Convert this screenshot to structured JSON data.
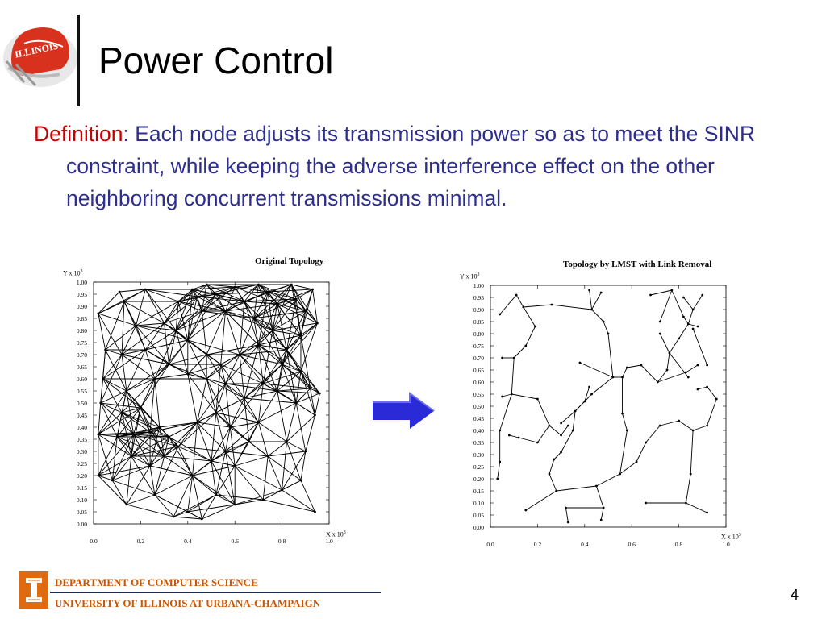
{
  "slide": {
    "title": "Power Control",
    "definition_label": "Definition",
    "definition_sep": ":",
    "definition_text": " Each node adjusts its transmission power so as to meet the SINR constraint, while keeping the adverse interference effect on the other neighboring concurrent transmissions minimal.",
    "page_number": "4"
  },
  "footer": {
    "dept_line1": "DEPARTMENT OF COMPUTER SCIENCE",
    "dept_line2": "UNIVERSITY OF ILLINOIS AT URBANA-CHAMPAIGN"
  },
  "logo": {
    "helmet_text": "ILLINOIS"
  },
  "colors": {
    "definition_label": "#cc0000",
    "body_text": "#2e2e8f",
    "arrow": "#2a2ad6",
    "footer_text": "#cc5500",
    "logo_orange": "#e06a10",
    "helmet_red": "#d8321e"
  },
  "icons": {
    "arrow": "right-arrow-icon",
    "logo": "illinois-helmet-icon",
    "dept_logo": "block-i-icon"
  },
  "chart_data": [
    {
      "type": "scatter",
      "title": "Original Topology",
      "ylabel": "Y x 10",
      "ylabel_exp": "3",
      "xlabel": "X x 10",
      "xlabel_exp": "3",
      "xlim": [
        0,
        1
      ],
      "ylim": [
        0,
        1
      ],
      "x_ticks": [
        "0.0",
        "0.2",
        "0.4",
        "0.6",
        "0.8",
        "1.0"
      ],
      "y_ticks": [
        "0.00",
        "0.05",
        "0.10",
        "0.15",
        "0.20",
        "0.25",
        "0.30",
        "0.35",
        "0.40",
        "0.45",
        "0.50",
        "0.55",
        "0.60",
        "0.65",
        "0.70",
        "0.75",
        "0.80",
        "0.85",
        "0.90",
        "0.95",
        "1.00"
      ],
      "nodes": [
        [
          0.02,
          0.87
        ],
        [
          0.11,
          0.96
        ],
        [
          0.13,
          0.92
        ],
        [
          0.22,
          0.97
        ],
        [
          0.18,
          0.82
        ],
        [
          0.05,
          0.72
        ],
        [
          0.12,
          0.7
        ],
        [
          0.22,
          0.72
        ],
        [
          0.3,
          0.83
        ],
        [
          0.36,
          0.92
        ],
        [
          0.42,
          0.97
        ],
        [
          0.44,
          0.94
        ],
        [
          0.46,
          0.88
        ],
        [
          0.4,
          0.76
        ],
        [
          0.35,
          0.8
        ],
        [
          0.48,
          0.99
        ],
        [
          0.52,
          0.95
        ],
        [
          0.56,
          0.88
        ],
        [
          0.6,
          0.98
        ],
        [
          0.64,
          0.92
        ],
        [
          0.68,
          0.85
        ],
        [
          0.7,
          0.99
        ],
        [
          0.74,
          0.96
        ],
        [
          0.78,
          0.91
        ],
        [
          0.84,
          0.99
        ],
        [
          0.86,
          0.93
        ],
        [
          0.9,
          0.88
        ],
        [
          0.93,
          0.97
        ],
        [
          0.95,
          0.83
        ],
        [
          0.88,
          0.78
        ],
        [
          0.82,
          0.72
        ],
        [
          0.76,
          0.8
        ],
        [
          0.7,
          0.74
        ],
        [
          0.62,
          0.7
        ],
        [
          0.54,
          0.66
        ],
        [
          0.48,
          0.7
        ],
        [
          0.8,
          0.66
        ],
        [
          0.88,
          0.63
        ],
        [
          0.92,
          0.56
        ],
        [
          0.96,
          0.54
        ],
        [
          0.94,
          0.45
        ],
        [
          0.86,
          0.5
        ],
        [
          0.78,
          0.55
        ],
        [
          0.72,
          0.58
        ],
        [
          0.64,
          0.52
        ],
        [
          0.56,
          0.58
        ],
        [
          0.48,
          0.6
        ],
        [
          0.4,
          0.62
        ],
        [
          0.32,
          0.66
        ],
        [
          0.26,
          0.6
        ],
        [
          0.04,
          0.6
        ],
        [
          0.03,
          0.5
        ],
        [
          0.14,
          0.55
        ],
        [
          0.2,
          0.48
        ],
        [
          0.12,
          0.46
        ],
        [
          0.02,
          0.37
        ],
        [
          0.1,
          0.36
        ],
        [
          0.17,
          0.37
        ],
        [
          0.24,
          0.38
        ],
        [
          0.28,
          0.4
        ],
        [
          0.32,
          0.36
        ],
        [
          0.36,
          0.32
        ],
        [
          0.3,
          0.28
        ],
        [
          0.24,
          0.24
        ],
        [
          0.16,
          0.28
        ],
        [
          0.08,
          0.18
        ],
        [
          0.02,
          0.2
        ],
        [
          0.14,
          0.08
        ],
        [
          0.26,
          0.12
        ],
        [
          0.34,
          0.03
        ],
        [
          0.4,
          0.05
        ],
        [
          0.46,
          0.02
        ],
        [
          0.42,
          0.2
        ],
        [
          0.5,
          0.26
        ],
        [
          0.56,
          0.3
        ],
        [
          0.6,
          0.24
        ],
        [
          0.66,
          0.34
        ],
        [
          0.7,
          0.42
        ],
        [
          0.74,
          0.28
        ],
        [
          0.82,
          0.34
        ],
        [
          0.9,
          0.3
        ],
        [
          0.88,
          0.18
        ],
        [
          0.8,
          0.14
        ],
        [
          0.94,
          0.05
        ],
        [
          0.72,
          0.1
        ],
        [
          0.6,
          0.08
        ],
        [
          0.52,
          0.12
        ],
        [
          0.44,
          0.42
        ],
        [
          0.52,
          0.46
        ],
        [
          0.58,
          0.4
        ]
      ]
    },
    {
      "type": "scatter",
      "title": "Topology by LMST with Link Removal",
      "ylabel": "Y x 10",
      "ylabel_exp": "3",
      "xlabel": "X x 10",
      "xlabel_exp": "3",
      "xlim": [
        0,
        1
      ],
      "ylim": [
        0,
        1
      ],
      "x_ticks": [
        "0.0",
        "0.2",
        "0.4",
        "0.6",
        "0.8",
        "1.0"
      ],
      "y_ticks": [
        "0.00",
        "0.05",
        "0.10",
        "0.15",
        "0.20",
        "0.25",
        "0.30",
        "0.35",
        "0.40",
        "0.45",
        "0.50",
        "0.55",
        "0.60",
        "0.65",
        "0.70",
        "0.75",
        "0.80",
        "0.85",
        "0.90",
        "0.95",
        "1.00"
      ],
      "edges": [
        [
          [
            0.04,
            0.88
          ],
          [
            0.11,
            0.96
          ]
        ],
        [
          [
            0.11,
            0.96
          ],
          [
            0.14,
            0.91
          ]
        ],
        [
          [
            0.14,
            0.91
          ],
          [
            0.19,
            0.83
          ]
        ],
        [
          [
            0.19,
            0.83
          ],
          [
            0.15,
            0.75
          ]
        ],
        [
          [
            0.15,
            0.75
          ],
          [
            0.1,
            0.7
          ]
        ],
        [
          [
            0.1,
            0.7
          ],
          [
            0.05,
            0.7
          ]
        ],
        [
          [
            0.1,
            0.7
          ],
          [
            0.09,
            0.55
          ]
        ],
        [
          [
            0.09,
            0.55
          ],
          [
            0.05,
            0.54
          ]
        ],
        [
          [
            0.09,
            0.55
          ],
          [
            0.2,
            0.53
          ]
        ],
        [
          [
            0.2,
            0.53
          ],
          [
            0.25,
            0.42
          ]
        ],
        [
          [
            0.25,
            0.42
          ],
          [
            0.3,
            0.38
          ]
        ],
        [
          [
            0.3,
            0.38
          ],
          [
            0.33,
            0.42
          ]
        ],
        [
          [
            0.25,
            0.42
          ],
          [
            0.2,
            0.35
          ]
        ],
        [
          [
            0.2,
            0.35
          ],
          [
            0.12,
            0.37
          ]
        ],
        [
          [
            0.12,
            0.37
          ],
          [
            0.08,
            0.38
          ]
        ],
        [
          [
            0.09,
            0.55
          ],
          [
            0.04,
            0.4
          ]
        ],
        [
          [
            0.04,
            0.4
          ],
          [
            0.04,
            0.27
          ]
        ],
        [
          [
            0.04,
            0.27
          ],
          [
            0.03,
            0.2
          ]
        ],
        [
          [
            0.14,
            0.91
          ],
          [
            0.26,
            0.92
          ]
        ],
        [
          [
            0.26,
            0.92
          ],
          [
            0.43,
            0.9
          ]
        ],
        [
          [
            0.43,
            0.9
          ],
          [
            0.48,
            0.85
          ]
        ],
        [
          [
            0.48,
            0.85
          ],
          [
            0.5,
            0.8
          ]
        ],
        [
          [
            0.5,
            0.8
          ],
          [
            0.52,
            0.62
          ]
        ],
        [
          [
            0.52,
            0.62
          ],
          [
            0.38,
            0.68
          ]
        ],
        [
          [
            0.52,
            0.62
          ],
          [
            0.56,
            0.62
          ]
        ],
        [
          [
            0.52,
            0.62
          ],
          [
            0.43,
            0.55
          ]
        ],
        [
          [
            0.43,
            0.55
          ],
          [
            0.36,
            0.48
          ]
        ],
        [
          [
            0.36,
            0.48
          ],
          [
            0.3,
            0.43
          ]
        ],
        [
          [
            0.36,
            0.48
          ],
          [
            0.35,
            0.4
          ]
        ],
        [
          [
            0.35,
            0.4
          ],
          [
            0.3,
            0.31
          ]
        ],
        [
          [
            0.3,
            0.31
          ],
          [
            0.27,
            0.28
          ]
        ],
        [
          [
            0.27,
            0.28
          ],
          [
            0.25,
            0.22
          ]
        ],
        [
          [
            0.25,
            0.22
          ],
          [
            0.28,
            0.15
          ]
        ],
        [
          [
            0.28,
            0.15
          ],
          [
            0.45,
            0.17
          ]
        ],
        [
          [
            0.28,
            0.15
          ],
          [
            0.15,
            0.07
          ]
        ],
        [
          [
            0.45,
            0.17
          ],
          [
            0.55,
            0.22
          ]
        ],
        [
          [
            0.45,
            0.17
          ],
          [
            0.48,
            0.08
          ]
        ],
        [
          [
            0.48,
            0.08
          ],
          [
            0.47,
            0.03
          ]
        ],
        [
          [
            0.48,
            0.08
          ],
          [
            0.32,
            0.08
          ]
        ],
        [
          [
            0.32,
            0.08
          ],
          [
            0.33,
            0.02
          ]
        ],
        [
          [
            0.55,
            0.22
          ],
          [
            0.58,
            0.4
          ]
        ],
        [
          [
            0.58,
            0.4
          ],
          [
            0.56,
            0.47
          ]
        ],
        [
          [
            0.56,
            0.47
          ],
          [
            0.56,
            0.62
          ]
        ],
        [
          [
            0.56,
            0.62
          ],
          [
            0.58,
            0.66
          ]
        ],
        [
          [
            0.58,
            0.66
          ],
          [
            0.64,
            0.67
          ]
        ],
        [
          [
            0.64,
            0.67
          ],
          [
            0.71,
            0.6
          ]
        ],
        [
          [
            0.71,
            0.6
          ],
          [
            0.75,
            0.65
          ]
        ],
        [
          [
            0.75,
            0.65
          ],
          [
            0.76,
            0.72
          ]
        ],
        [
          [
            0.76,
            0.72
          ],
          [
            0.72,
            0.8
          ]
        ],
        [
          [
            0.76,
            0.72
          ],
          [
            0.8,
            0.78
          ]
        ],
        [
          [
            0.8,
            0.78
          ],
          [
            0.84,
            0.84
          ]
        ],
        [
          [
            0.84,
            0.84
          ],
          [
            0.86,
            0.9
          ]
        ],
        [
          [
            0.86,
            0.9
          ],
          [
            0.9,
            0.96
          ]
        ],
        [
          [
            0.86,
            0.9
          ],
          [
            0.82,
            0.95
          ]
        ],
        [
          [
            0.84,
            0.84
          ],
          [
            0.88,
            0.83
          ]
        ],
        [
          [
            0.84,
            0.84
          ],
          [
            0.82,
            0.87
          ]
        ],
        [
          [
            0.82,
            0.87
          ],
          [
            0.77,
            0.98
          ]
        ],
        [
          [
            0.77,
            0.98
          ],
          [
            0.68,
            0.96
          ]
        ],
        [
          [
            0.77,
            0.98
          ],
          [
            0.72,
            0.85
          ]
        ],
        [
          [
            0.76,
            0.72
          ],
          [
            0.84,
            0.62
          ]
        ],
        [
          [
            0.86,
            0.82
          ],
          [
            0.92,
            0.67
          ]
        ],
        [
          [
            0.55,
            0.22
          ],
          [
            0.62,
            0.27
          ]
        ],
        [
          [
            0.62,
            0.27
          ],
          [
            0.66,
            0.35
          ]
        ],
        [
          [
            0.66,
            0.35
          ],
          [
            0.72,
            0.42
          ]
        ],
        [
          [
            0.72,
            0.42
          ],
          [
            0.8,
            0.44
          ]
        ],
        [
          [
            0.8,
            0.44
          ],
          [
            0.86,
            0.4
          ]
        ],
        [
          [
            0.86,
            0.4
          ],
          [
            0.92,
            0.42
          ]
        ],
        [
          [
            0.92,
            0.42
          ],
          [
            0.96,
            0.53
          ]
        ],
        [
          [
            0.96,
            0.53
          ],
          [
            0.92,
            0.58
          ]
        ],
        [
          [
            0.92,
            0.58
          ],
          [
            0.88,
            0.57
          ]
        ],
        [
          [
            0.86,
            0.4
          ],
          [
            0.85,
            0.22
          ]
        ],
        [
          [
            0.85,
            0.22
          ],
          [
            0.83,
            0.1
          ]
        ],
        [
          [
            0.83,
            0.1
          ],
          [
            0.92,
            0.06
          ]
        ],
        [
          [
            0.83,
            0.1
          ],
          [
            0.66,
            0.1
          ]
        ],
        [
          [
            0.71,
            0.6
          ],
          [
            0.83,
            0.64
          ]
        ],
        [
          [
            0.83,
            0.64
          ],
          [
            0.88,
            0.67
          ]
        ],
        [
          [
            0.36,
            0.48
          ],
          [
            0.4,
            0.52
          ]
        ],
        [
          [
            0.4,
            0.52
          ],
          [
            0.42,
            0.58
          ]
        ],
        [
          [
            0.43,
            0.9
          ],
          [
            0.42,
            0.98
          ]
        ],
        [
          [
            0.43,
            0.9
          ],
          [
            0.47,
            0.97
          ]
        ]
      ]
    }
  ]
}
